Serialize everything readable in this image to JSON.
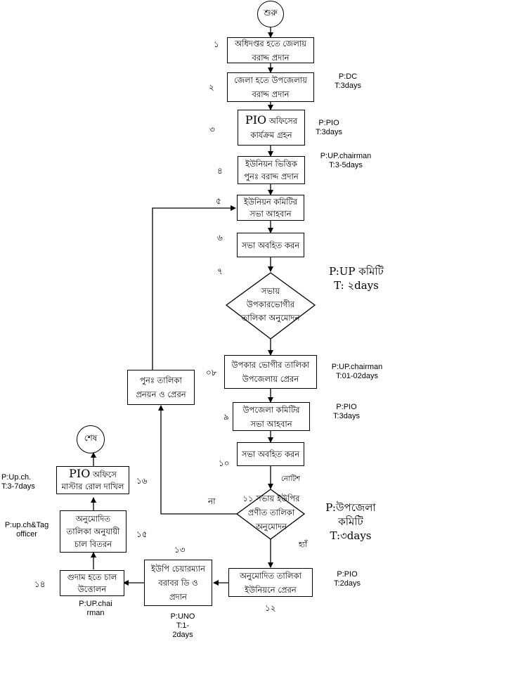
{
  "flowchart": {
    "start": "শুরু",
    "end": "শেষ",
    "steps": [
      {
        "num": "১",
        "line1": "অধিদপ্তর হতে জেলায়",
        "line2": "বরাদ্দ প্রদান",
        "p": "",
        "t": ""
      },
      {
        "num": "২",
        "line1": "জেলা হতে  উপজেলায়",
        "line2": "বরাদ্দ প্রদান",
        "p": "P:DC",
        "t": "T:3days"
      },
      {
        "num": "৩",
        "line1a": "PIO",
        "line1b": " অফিসের",
        "line2": "কার্যক্রম গ্রহন",
        "p": "P:PIO",
        "t": "T:3days"
      },
      {
        "num": "৪",
        "line1": "ইউনিয়ন ভিত্তিক",
        "line2": "পুনঃ বরাদ্দ প্রদান",
        "p": "P:UP.chairman",
        "t": "T:3-5days"
      },
      {
        "num": "৫",
        "line1": "ইউনিয়ন কমিটির",
        "line2": "সভা আহবান",
        "p": "",
        "t": ""
      },
      {
        "num": "৬",
        "line1": "সভা অবহিত করন",
        "p": "",
        "t": ""
      },
      {
        "num": "৭",
        "line1": "সভায়",
        "line2": "উপকারভোগীর",
        "line3": "তালিকা অনুমোদন",
        "p": "P:UP কমিটি",
        "t": "T: ২days"
      },
      {
        "num": "০৮",
        "line1": "উপকার ভোগীর তালিকা",
        "line2": "উপজেলায় প্রেরন",
        "p": "P:UP.chairman",
        "t": "T:01-02days"
      },
      {
        "num": "৯",
        "line1": "উপজেলা কমিটির",
        "line2": "সভা আহবান",
        "p": "P:PIO",
        "t": "T:3days"
      },
      {
        "num": "১০",
        "line1": "সভা অবহিত করন",
        "p": "",
        "t": ""
      },
      {
        "num": "১১",
        "line1": "সভায় ইউপির",
        "line2": "প্রণীত  তালিকা",
        "line3": "অনুমোদন",
        "p": "P:উপজেলা কমিটি",
        "t": "T:৩days"
      },
      {
        "num": "১২",
        "line1": "অনুমোদিত  তালিকা",
        "line2": "ইউনিয়নে  প্রেরন",
        "p": "P:PIO",
        "t": "T:2days"
      },
      {
        "num": "১৩",
        "line1": "ইউপি চেয়ারম্যান",
        "line2": "বরাবর ডি ও",
        "line3": "প্রদান",
        "p": "P:UNO",
        "t": "T:1-",
        "t2": "2days"
      },
      {
        "num": "১৪",
        "line1": "গুদাম হতে চাল",
        "line2": "উত্তোলন",
        "p": "P:UP.chai",
        "p2": "rman",
        "t": ""
      },
      {
        "num": "১৫",
        "line1": "অনুমোদিত",
        "line2": "তালিকা অনুযায়ী",
        "line3": "চাল বিতরন",
        "p": "P:up.ch&Tag",
        "t": "officer"
      },
      {
        "num": "১৬",
        "line1a": "PIO",
        "line1b": " অফিসে",
        "line2": "মাস্টার রোল দাখিল",
        "p": "P:Up.ch.",
        "t": "T:3-7days"
      }
    ],
    "rework": {
      "line1": "পুনঃ তালিকা",
      "line2": "প্রনয়ন ও প্রেরন"
    },
    "edge_labels": {
      "notice": "নোটিশ",
      "no": "না",
      "yes": "হ্যাঁ"
    }
  }
}
